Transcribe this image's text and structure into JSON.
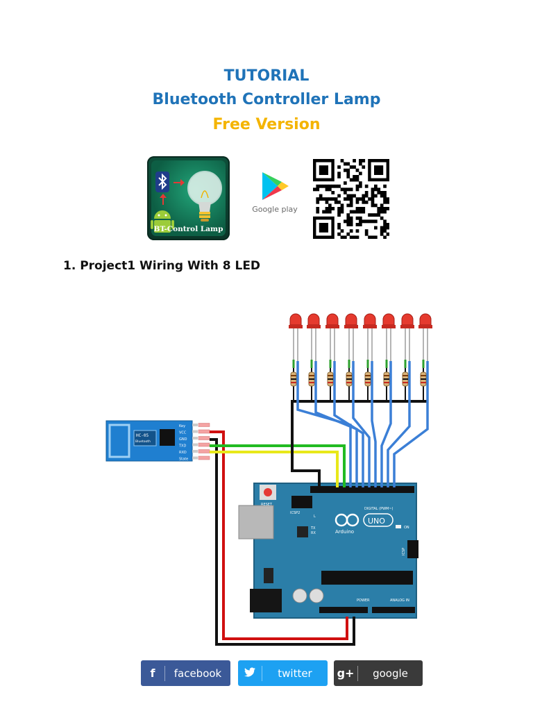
{
  "header": {
    "line1": "TUTORIAL",
    "line2": "Bluetooth Controller Lamp",
    "line3": "Free Version"
  },
  "app_icon": {
    "label": "BT-Control Lamp"
  },
  "store": {
    "label": "Google play"
  },
  "section": {
    "title": "1. Project1 Wiring With 8 LED"
  },
  "diagram": {
    "module_name": "HC-05",
    "module_sub": "Bluetooth",
    "module_pins": [
      "Key",
      "VCC",
      "GND",
      "TXD",
      "RXD",
      "State"
    ],
    "board": {
      "reset": "RESET",
      "icsp2": "ICSP2",
      "icsp": "ICSP",
      "brand": "UNO",
      "name": "Arduino",
      "digital": "DIGITAL (PWM~)",
      "on": "ON",
      "l": "L",
      "tx": "TX",
      "rx": "RX",
      "power": "POWER",
      "analog": "ANALOG IN"
    }
  },
  "social": {
    "facebook": {
      "icon": "f",
      "label": "facebook"
    },
    "twitter": {
      "icon": "t",
      "label": "twitter"
    },
    "google": {
      "icon": "g+",
      "label": "google"
    }
  },
  "colors": {
    "title_blue": "#1f73b8",
    "title_gold": "#f4b400",
    "board": "#2b7ea8"
  }
}
